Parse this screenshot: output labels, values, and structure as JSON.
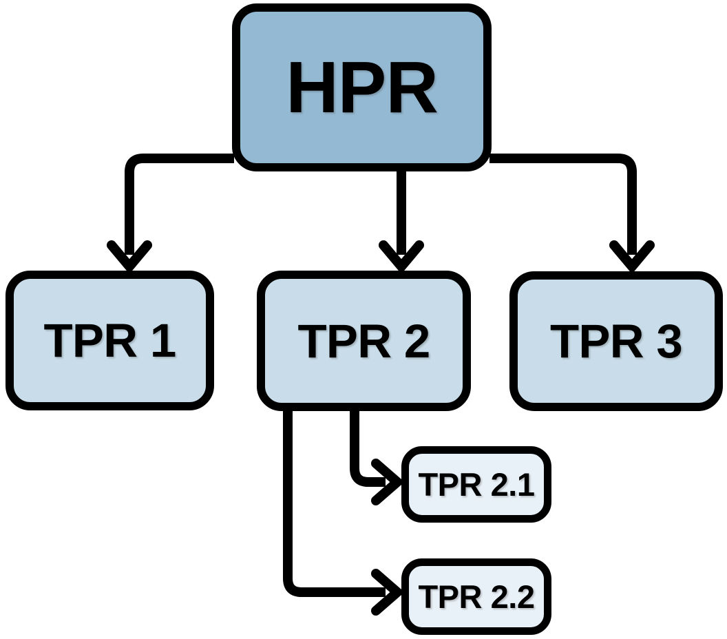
{
  "diagram": {
    "nodes": {
      "root": {
        "label": "HPR"
      },
      "tpr1": {
        "label": "TPR 1"
      },
      "tpr2": {
        "label": "TPR 2"
      },
      "tpr3": {
        "label": "TPR 3"
      },
      "tpr21": {
        "label": "TPR 2.1"
      },
      "tpr22": {
        "label": "TPR 2.2"
      }
    },
    "edges": [
      {
        "from": "HPR",
        "to": "TPR 1"
      },
      {
        "from": "HPR",
        "to": "TPR 2"
      },
      {
        "from": "HPR",
        "to": "TPR 3"
      },
      {
        "from": "TPR 2",
        "to": "TPR 2.1"
      },
      {
        "from": "TPR 2",
        "to": "TPR 2.2"
      }
    ],
    "colors": {
      "root-fill": "#94b9d2",
      "child-fill": "#c8dde9",
      "grandchild-fill": "#e9f1f8",
      "line": "#000000",
      "text": "#000000",
      "bg": "#ffffff"
    }
  }
}
